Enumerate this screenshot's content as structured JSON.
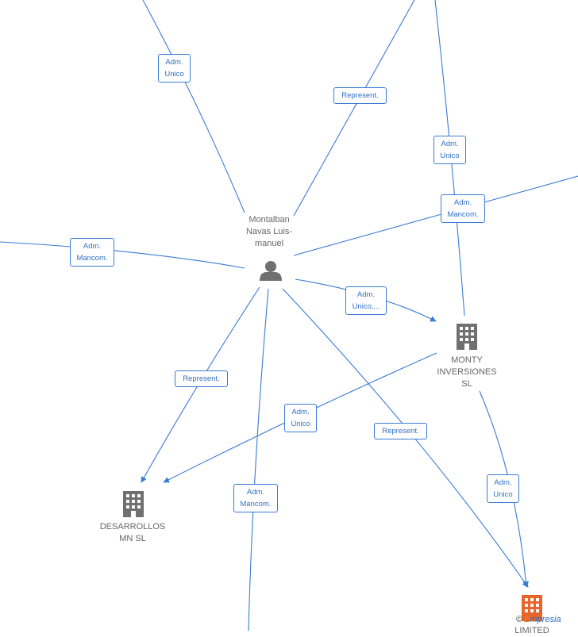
{
  "nodes": {
    "person": {
      "label": "Montalban\nNavas Luis-\nmanuel",
      "icon": "person-icon"
    },
    "monty": {
      "label": "MONTY\nINVERSIONES\nSL",
      "icon": "building-icon"
    },
    "desarrollos": {
      "label": "DESARROLLOS\nMN  SL",
      "icon": "building-icon"
    },
    "limited": {
      "label": "LIMITED",
      "icon": "building-icon",
      "color": "#e8642a"
    }
  },
  "edge_labels": {
    "top_left": "Adm.\nUnico",
    "top_middle": "Represent.",
    "top_right": "Adm.\nUnico",
    "right_mancom": "Adm.\nMancom.",
    "left_mancom": "Adm.\nMancom.",
    "person_monty": "Adm.\nUnico,...",
    "person_desarrollos": "Represent.",
    "monty_desarrollos": "Adm.\nUnico",
    "person_limited": "Represent.",
    "person_down": "Adm.\nMancom.",
    "monty_limited": "Adm.\nUnico"
  },
  "colors": {
    "edge": "#3a7bd5",
    "node_icon": "#707070",
    "highlight": "#e8642a"
  },
  "brand": {
    "copyright": "©",
    "first": "E",
    "rest": "mpresia"
  }
}
